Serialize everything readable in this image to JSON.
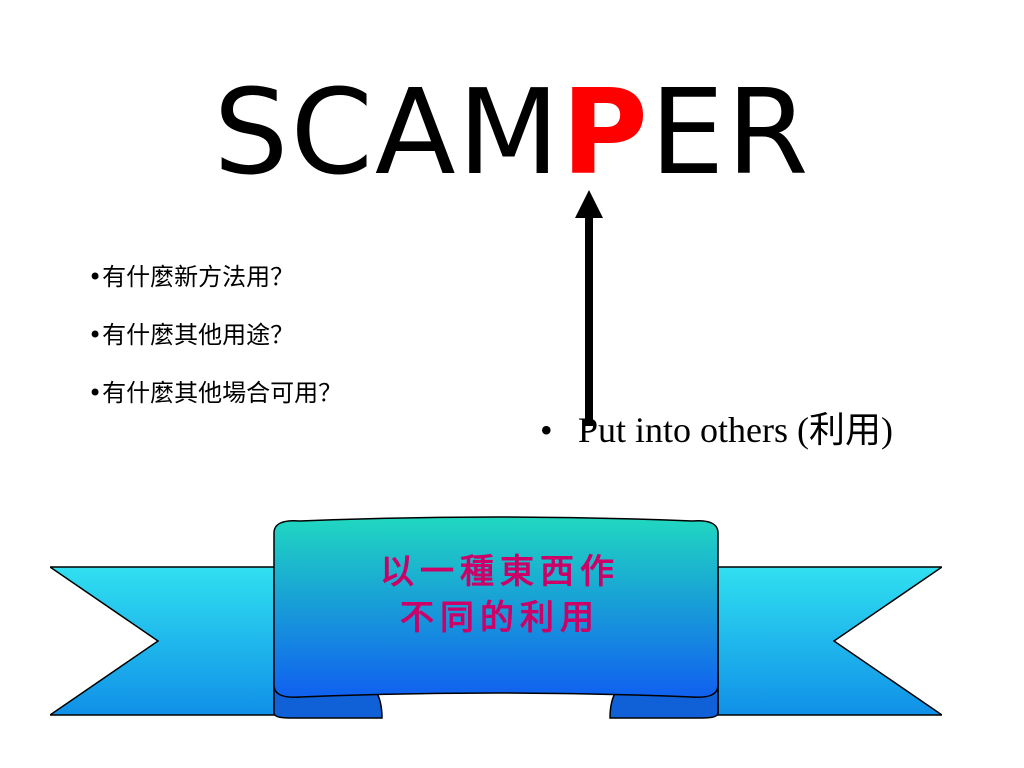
{
  "title": {
    "letters": [
      "S",
      "C",
      "A",
      "M",
      "P",
      "E",
      "R"
    ],
    "highlight_index": 4,
    "highlight_color": "#ff0000",
    "base_color": "#000000"
  },
  "questions": [
    "•有什麼新方法用？",
    "•有什麼其他用途？",
    "•有什麼其他場合可用？"
  ],
  "definition": {
    "bullet": "•",
    "text": "Put into others (利用)"
  },
  "banner": {
    "lines": [
      "以一種東西作",
      "不同的利用"
    ],
    "text_color": "#cc0066",
    "gradient_top": "#20d8c0",
    "gradient_bottom": "#1060f0",
    "tail_color": "#20c8f0"
  },
  "arrow_icon": "up-arrow-icon"
}
